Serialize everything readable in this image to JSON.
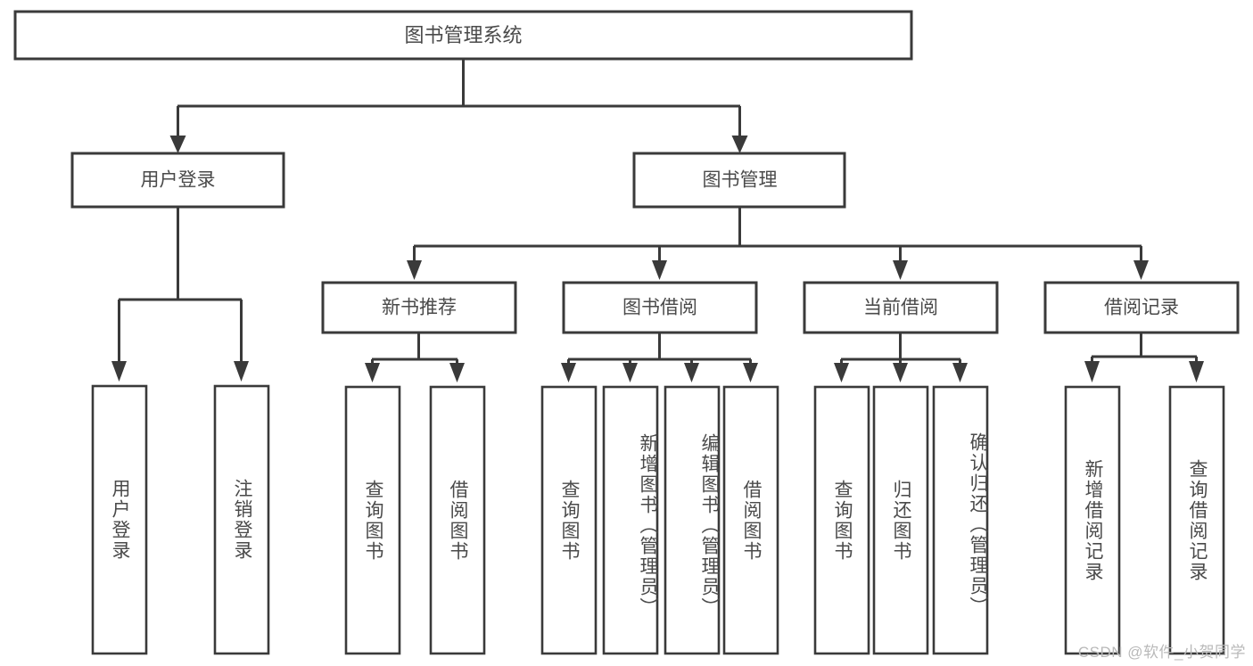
{
  "diagram": {
    "kind": "tree-hierarchy",
    "title": "图书管理系统",
    "watermark": "CSDN @软件_小贺同学",
    "colors": {
      "box_stroke": "#3a3a3a",
      "box_fill": "#ffffff",
      "text": "#4a4a4a",
      "connector": "#3a3a3a",
      "watermark": "#b9b9b9",
      "background": "#ffffff"
    },
    "root": {
      "label": "图书管理系统"
    },
    "level1": [
      {
        "label": "用户登录"
      },
      {
        "label": "图书管理"
      }
    ],
    "level2": [
      {
        "label": "新书推荐",
        "parent": "图书管理"
      },
      {
        "label": "图书借阅",
        "parent": "图书管理"
      },
      {
        "label": "当前借阅",
        "parent": "图书管理"
      },
      {
        "label": "借阅记录",
        "parent": "图书管理"
      }
    ],
    "leaves": {
      "用户登录": [
        {
          "label": "用户登录"
        },
        {
          "label": "注销登录"
        }
      ],
      "新书推荐": [
        {
          "label": "查询图书"
        },
        {
          "label": "借阅图书"
        }
      ],
      "图书借阅": [
        {
          "label": "查询图书"
        },
        {
          "label": "新增图书（管理员）"
        },
        {
          "label": "编辑图书（管理员）"
        },
        {
          "label": "借阅图书"
        }
      ],
      "当前借阅": [
        {
          "label": "查询图书"
        },
        {
          "label": "归还图书"
        },
        {
          "label": "确认归还（管理员）"
        }
      ],
      "借阅记录": [
        {
          "label": "新增借阅记录"
        },
        {
          "label": "查询借阅记录"
        }
      ]
    }
  }
}
